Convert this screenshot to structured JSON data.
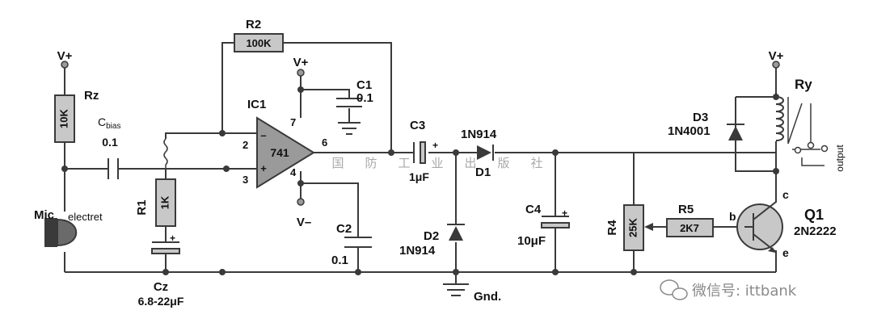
{
  "labels": {
    "vplus": "V+",
    "vminus": "V–",
    "rz": "Rz",
    "rz_value": "10K",
    "cbias_main": "C",
    "cbias_sub": "bias",
    "cbias_value": "0.1",
    "r2": "R2",
    "r2_value": "100K",
    "ic1": "IC1",
    "ic1_part": "741",
    "pin2": "2",
    "pin3": "3",
    "pin4": "4",
    "pin6": "6",
    "pin7": "7",
    "c1": "C1",
    "c1_value": "0.1",
    "c3": "C3",
    "c3_value": "1μF",
    "c2": "C2",
    "c2_value": "0.1",
    "d1_part": "1N914",
    "d1": "D1",
    "d2": "D2",
    "d2_part": "1N914",
    "c4": "C4",
    "c4_value": "10μF",
    "r4": "R4",
    "r4_value": "25K",
    "r5": "R5",
    "r5_value": "2K7",
    "d3": "D3",
    "d3_part": "1N4001",
    "ry": "Ry",
    "output": "output",
    "q1": "Q1",
    "q1_part": "2N2222",
    "pin_b": "b",
    "pin_c": "c",
    "pin_e": "e",
    "r1": "R1",
    "r1_value": "1K",
    "cz": "Cz",
    "cz_value": "6.8-22μF",
    "mic": "Mic",
    "electret": "electret",
    "gnd": "Gnd.",
    "plus": "+"
  },
  "watermark": {
    "publisher_chars": [
      "国",
      "防",
      "工",
      "业",
      "出",
      "版",
      "社"
    ],
    "wechat_label": "微信号: ittbank"
  },
  "colors": {
    "wire": "#3a3a3a",
    "component_fill": "#c8c8c8",
    "opamp_fill": "#9a9a9a",
    "background": "#ffffff"
  }
}
